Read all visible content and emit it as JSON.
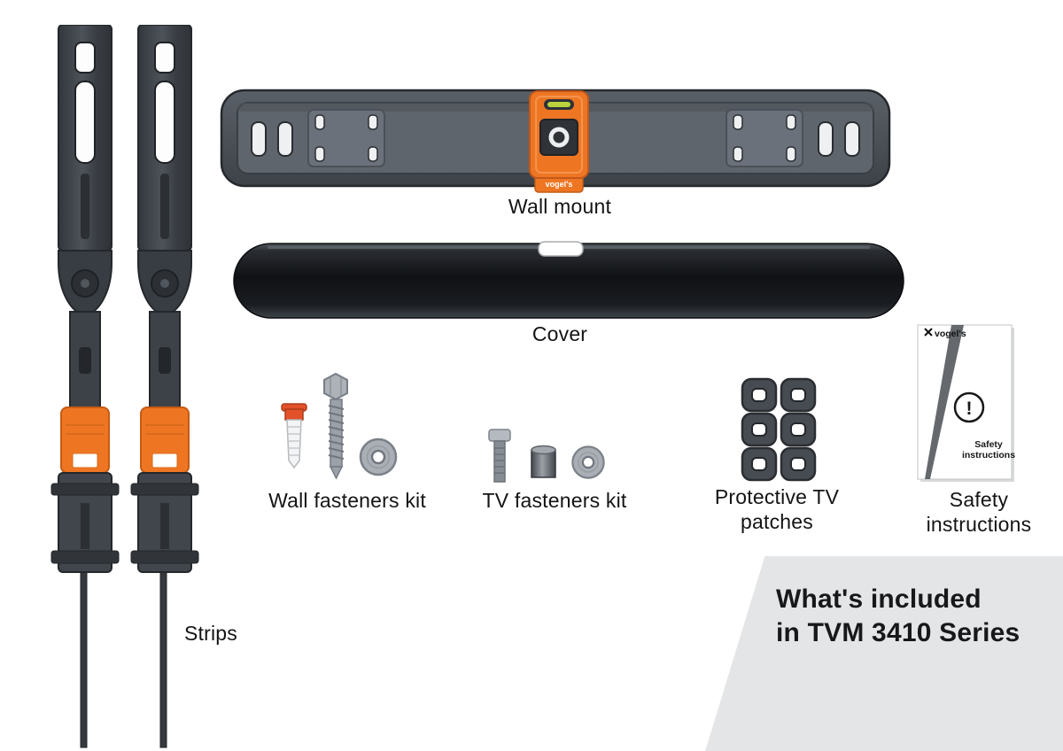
{
  "brand": "vogel's",
  "labels": {
    "strips": "Strips",
    "wall_mount": "Wall mount",
    "cover": "Cover",
    "wall_fasteners_kit": "Wall fasteners kit",
    "tv_fasteners_kit": "TV fasteners kit",
    "protective_patches": [
      "Protective TV",
      "patches"
    ],
    "safety_instructions": [
      "Safety",
      "instructions"
    ]
  },
  "leaflet": {
    "warning_glyph": "!",
    "title": [
      "Safety",
      "instructions"
    ]
  },
  "banner": {
    "line1": "What's included",
    "line2": "in TVM 3410 Series"
  },
  "colors": {
    "accent_orange": "#ee7623",
    "plug_red": "#e2512a",
    "part_dark": "#41464d",
    "part_mid": "#5f656d",
    "cover_black": "#15171a",
    "metal_gray": "#a8aeb4",
    "level_green": "#b9d43c",
    "banner_bg": "#e4e5e7",
    "text": "#141414"
  }
}
